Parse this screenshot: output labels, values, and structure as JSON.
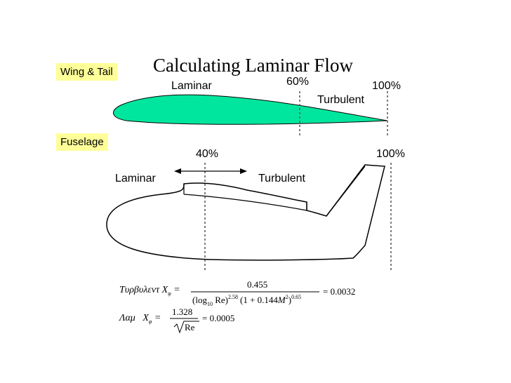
{
  "title": "Calculating Laminar Flow",
  "wing_section": {
    "tag": "Wing & Tail",
    "laminar_label": "Laminar",
    "transition_pct": "60%",
    "turbulent_label": "Turbulent",
    "end_pct": "100%"
  },
  "fuselage_section": {
    "tag": "Fuselage",
    "transition_pct": "40%",
    "end_pct": "100%",
    "laminar_label": "Laminar",
    "turbulent_label": "Turbulent"
  },
  "equations": {
    "turbulent": {
      "lhs": "Τυρβυλεντ X",
      "subscript": "φ",
      "numerator": "0.455",
      "denom_log": "(log",
      "denom_log_sub": "10",
      "denom_re": " Re)",
      "denom_exp1": "2.58",
      "denom_mid": "(1 + 0.144",
      "denom_m": "M",
      "denom_m_sup": "2",
      "denom_close": ")",
      "denom_exp2": "0.65",
      "result": "= 0.0032"
    },
    "laminar": {
      "lhs": "Λαμ   X",
      "subscript": "φ",
      "numerator": "1.328",
      "denominator": "Re",
      "result": "= 0.0005"
    }
  },
  "colors": {
    "airfoil_fill": "#00e69e",
    "tag_bg": "#ffff99"
  }
}
